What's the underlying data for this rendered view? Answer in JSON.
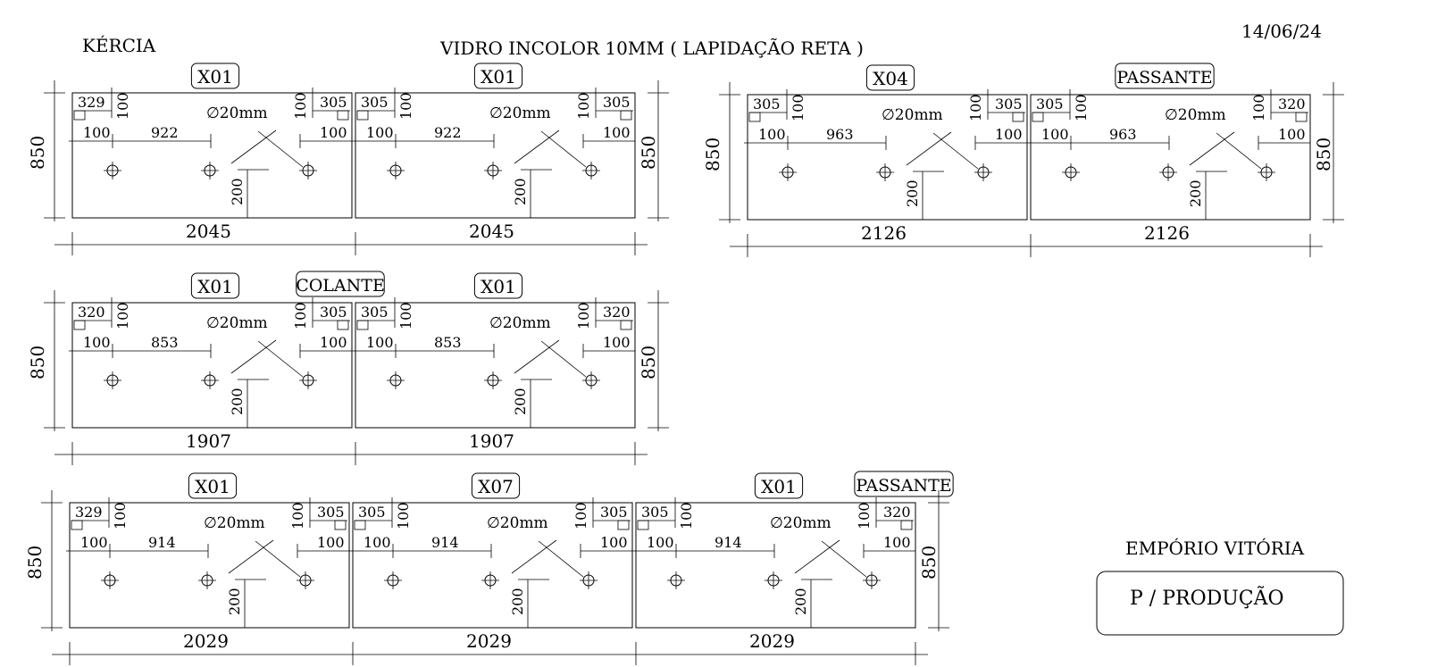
{
  "header": {
    "client": "KÉRCIA",
    "title": "VIDRO INCOLOR 10MM ( LAPIDAÇÃO RETA )",
    "date": "14/06/24"
  },
  "footer": {
    "project": "EMPÓRIO VITÓRIA",
    "stamp": "P / PRODUÇÃO"
  },
  "hole_label": "∅20mm",
  "panel_height": "850",
  "groups": [
    {
      "id": "group-1",
      "panels": [
        {
          "width": "2045",
          "tag": "X01",
          "note": "",
          "top_left": "329",
          "top_right": "305",
          "row_left": "100",
          "row_mid": "922",
          "row_right": "100",
          "vert_top_left": "100",
          "vert_top_right": "100",
          "vert_bottom": "200"
        },
        {
          "width": "2045",
          "tag": "X01",
          "note": "",
          "top_left": "305",
          "top_right": "305",
          "row_left": "100",
          "row_mid": "922",
          "row_right": "100",
          "vert_top_left": "100",
          "vert_top_right": "100",
          "vert_bottom": "200"
        }
      ]
    },
    {
      "id": "group-2",
      "panels": [
        {
          "width": "2126",
          "tag": "X04",
          "note": "",
          "top_left": "305",
          "top_right": "305",
          "row_left": "100",
          "row_mid": "963",
          "row_right": "100",
          "vert_top_left": "100",
          "vert_top_right": "100",
          "vert_bottom": "200"
        },
        {
          "width": "2126",
          "tag": "",
          "note": "PASSANTE",
          "top_left": "305",
          "top_right": "320",
          "row_left": "100",
          "row_mid": "963",
          "row_right": "100",
          "vert_top_left": "100",
          "vert_top_right": "100",
          "vert_bottom": "200"
        }
      ]
    },
    {
      "id": "group-3",
      "panels": [
        {
          "width": "1907",
          "tag": "X01",
          "note": "COLANTE",
          "top_left": "320",
          "top_right": "305",
          "row_left": "100",
          "row_mid": "853",
          "row_right": "100",
          "vert_top_left": "100",
          "vert_top_right": "100",
          "vert_bottom": "200"
        },
        {
          "width": "1907",
          "tag": "X01",
          "note": "",
          "top_left": "305",
          "top_right": "320",
          "row_left": "100",
          "row_mid": "853",
          "row_right": "100",
          "vert_top_left": "100",
          "vert_top_right": "100",
          "vert_bottom": "200"
        }
      ]
    },
    {
      "id": "group-4",
      "panels": [
        {
          "width": "2029",
          "tag": "X01",
          "note": "",
          "top_left": "329",
          "top_right": "305",
          "row_left": "100",
          "row_mid": "914",
          "row_right": "100",
          "vert_top_left": "100",
          "vert_top_right": "100",
          "vert_bottom": "200"
        },
        {
          "width": "2029",
          "tag": "X07",
          "note": "",
          "top_left": "305",
          "top_right": "305",
          "row_left": "100",
          "row_mid": "914",
          "row_right": "100",
          "vert_top_left": "100",
          "vert_top_right": "100",
          "vert_bottom": "200"
        },
        {
          "width": "2029",
          "tag": "X01",
          "note": "PASSANTE",
          "top_left": "305",
          "top_right": "320",
          "row_left": "100",
          "row_mid": "914",
          "row_right": "100",
          "vert_top_left": "100",
          "vert_top_right": "100",
          "vert_bottom": "200"
        }
      ]
    }
  ]
}
